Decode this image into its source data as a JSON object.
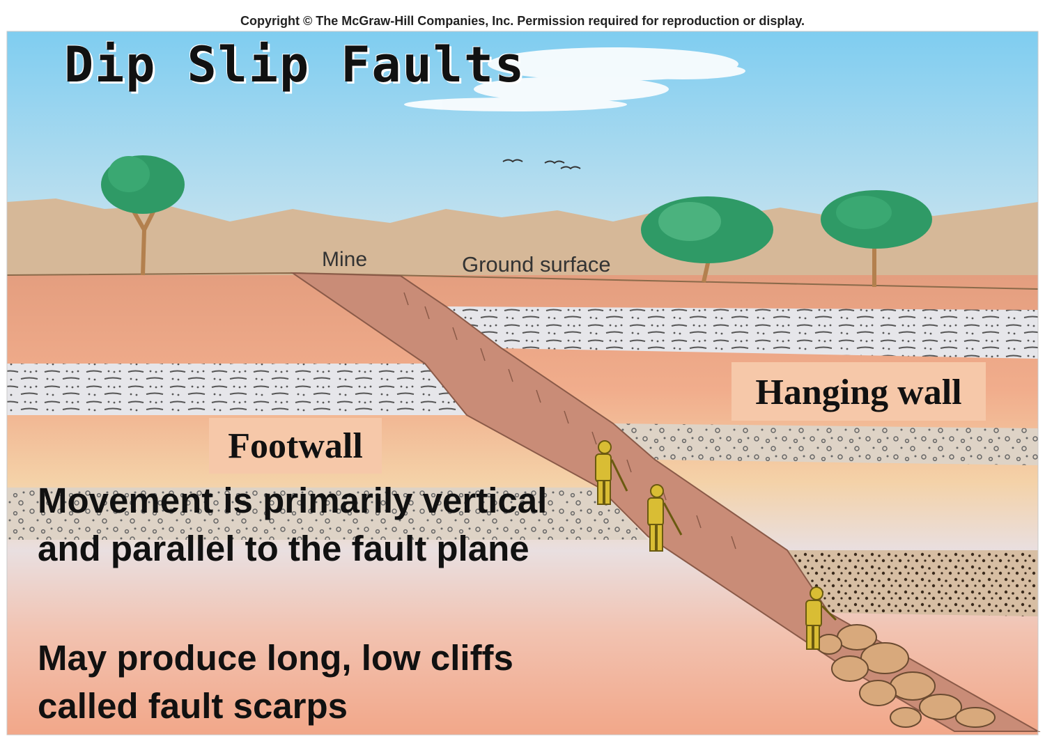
{
  "copyright": "Copyright © The McGraw-Hill Companies, Inc. Permission required for reproduction or display.",
  "title": "Dip Slip Faults",
  "labels": {
    "mine": "Mine",
    "ground_surface": "Ground surface",
    "footwall": "Footwall",
    "hanging_wall": "Hanging wall"
  },
  "body": {
    "line1": "Movement is primarily vertical and parallel to the fault plane",
    "line2": "May produce long, low cliffs called fault scarps"
  },
  "colors": {
    "sky_top": "#7fcdf0",
    "sky_bottom": "#dde9ee",
    "mountains": "#d6b898",
    "ground": "#e59e80",
    "fault_zone": "#c98c77",
    "label_box": "#f6c8a9",
    "tree_foliage": "#2f9a66",
    "tree_trunk": "#b3804e",
    "figure": "#d9bd34"
  }
}
